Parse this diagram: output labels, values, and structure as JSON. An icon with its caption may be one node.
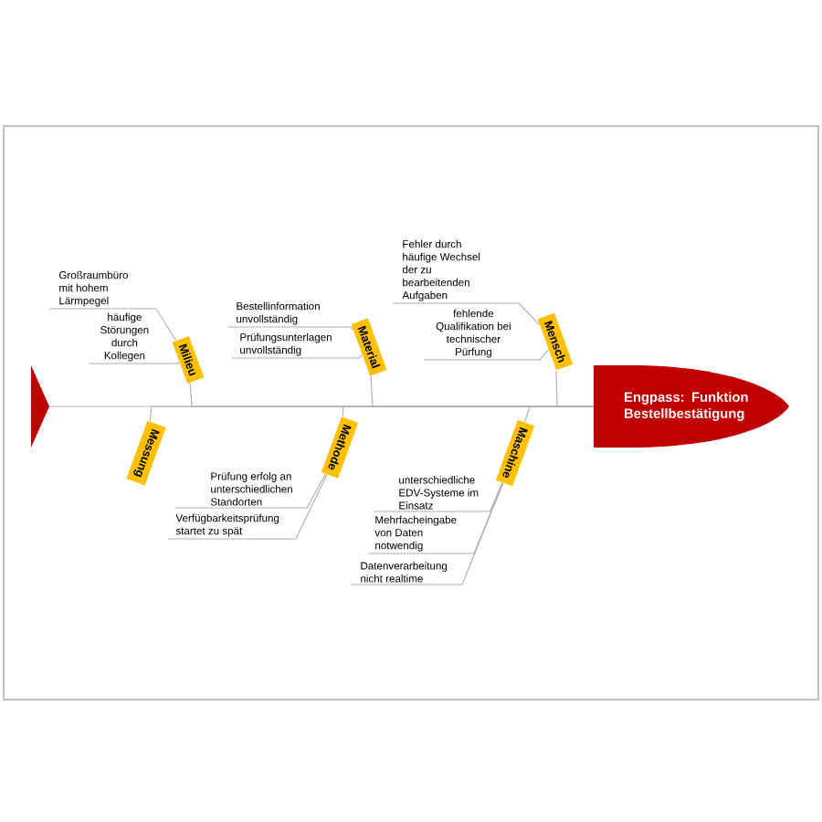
{
  "diagram": {
    "nodes": [
      {
        "text": [],
        "shape": "triangle"
      },
      {
        "text": [
          "Milieu"
        ]
      },
      {
        "text": [
          "Großraumbüro mit hohem Lärmpegel"
        ]
      },
      {
        "text": [
          "häufige Störungen durch Kollegen"
        ]
      },
      {
        "text": [
          "Material"
        ]
      },
      {
        "text": [
          "Bestellinformation unvollständig"
        ]
      },
      {
        "text": [
          "Prüfungsunterlagen unvollständig"
        ]
      },
      {
        "text": [
          "Mensch"
        ]
      },
      {
        "text": [
          "Fehler durch häufige Wechsel der zu bearbeitenden Aufgaben"
        ]
      },
      {
        "text": [
          "fehlende Qualifikation bei technischer Pürfung"
        ]
      },
      {
        "text": [
          "Messung"
        ]
      },
      {
        "text": [
          "Methode"
        ]
      },
      {
        "text": [
          "Prüfung erfolg an unterschiedlichen Standorten"
        ]
      },
      {
        "text": [
          "Verfügbarkeitsprüfung startet zu spät"
        ]
      },
      {
        "text": [
          "Maschine"
        ]
      },
      {
        "text": [
          "unterschiedliche EDV-Systeme im Einsatz"
        ]
      },
      {
        "text": [
          "Mehrfacheingabe von Daten notwendig"
        ]
      },
      {
        "text": [
          "Datenverarbeitung nicht realtime"
        ]
      },
      {
        "text": [
          "Engpass: Funktion Bestellbestätigung"
        ]
      }
    ],
    "edges": [
      {
        "from": 0,
        "to": 18,
        "arrow": "none",
        "color": "#a9b8d0"
      },
      {
        "from": 1,
        "to": 18,
        "arrow": "none"
      },
      {
        "from": 4,
        "to": 18,
        "arrow": "none"
      },
      {
        "from": 7,
        "to": 18,
        "arrow": "none"
      },
      {
        "from": 10,
        "to": 18,
        "arrow": "none"
      },
      {
        "from": 11,
        "to": 18,
        "arrow": "none"
      },
      {
        "from": 14,
        "to": 18,
        "arrow": "none"
      },
      {
        "from": 2,
        "to": 1,
        "arrow": "none"
      },
      {
        "from": 3,
        "to": 1,
        "arrow": "none"
      },
      {
        "from": 5,
        "to": 4,
        "arrow": "none"
      },
      {
        "from": 6,
        "to": 4,
        "arrow": "none"
      },
      {
        "from": 8,
        "to": 7,
        "arrow": "none"
      },
      {
        "from": 9,
        "to": 7,
        "arrow": "none"
      },
      {
        "from": 12,
        "to": 11,
        "arrow": "none"
      },
      {
        "from": 13,
        "to": 11,
        "arrow": "none"
      },
      {
        "from": 15,
        "to": 14,
        "arrow": "none"
      },
      {
        "from": 16,
        "to": 14,
        "arrow": "none"
      },
      {
        "from": 17,
        "to": 14,
        "arrow": "none"
      }
    ]
  }
}
